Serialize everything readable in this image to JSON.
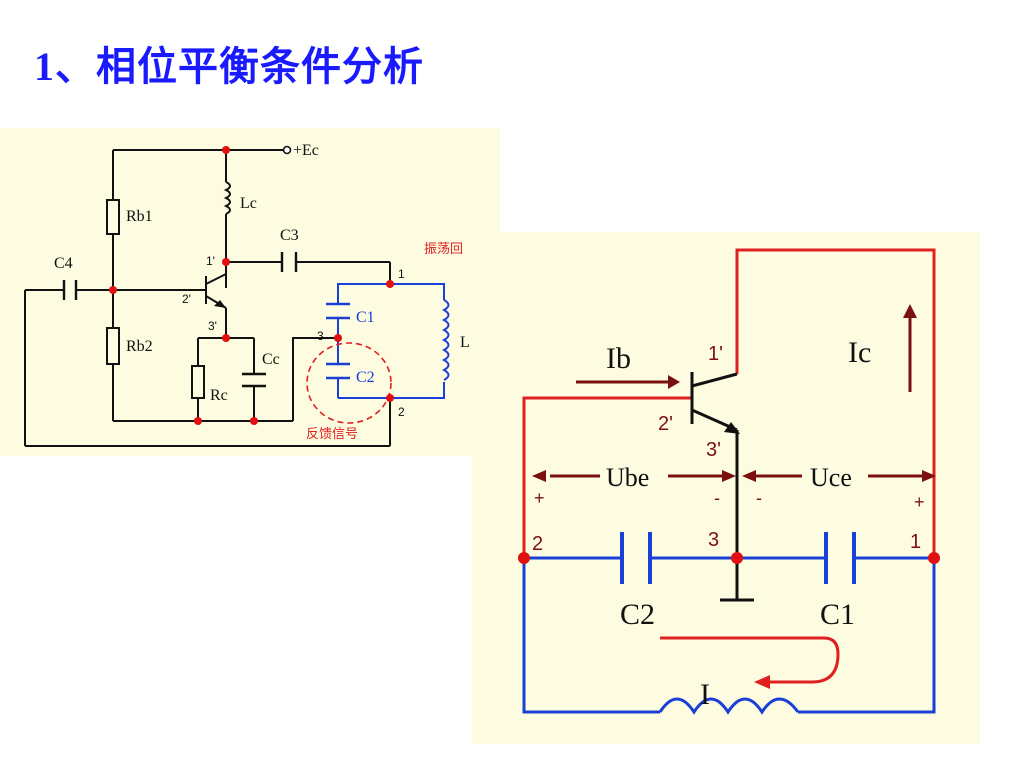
{
  "title": "1、相位平衡条件分析",
  "colors": {
    "title": "#1a1aff",
    "panel_bg": "#fdfbe0",
    "wire_black": "#111111",
    "wire_blue": "#1a3fd6",
    "wire_red": "#e02020",
    "arrow_dark": "#7a1010",
    "node_red": "#e01010"
  },
  "left_diagram": {
    "supply": "+Ec",
    "rb1": "Rb1",
    "rb2": "Rb2",
    "lc": "Lc",
    "c3": "C3",
    "c4": "C4",
    "c1": "C1",
    "c2": "C2",
    "cc": "Cc",
    "rc": "Rc",
    "inductor_l": "L",
    "n1p": "1'",
    "n2p": "2'",
    "n3p": "3'",
    "n1": "1",
    "n2": "2",
    "n3": "3",
    "oscillator_label": "振荡回",
    "feedback_label": "反馈信号"
  },
  "right_diagram": {
    "ib": "Ib",
    "ic": "Ic",
    "ube": "Ube",
    "uce": "Uce",
    "c1": "C1",
    "c2": "C2",
    "i": "I",
    "n1p": "1'",
    "n2p": "2'",
    "n3p": "3'",
    "n1": "1",
    "n2": "2",
    "n3": "3",
    "plus": "+",
    "minus": "-"
  }
}
